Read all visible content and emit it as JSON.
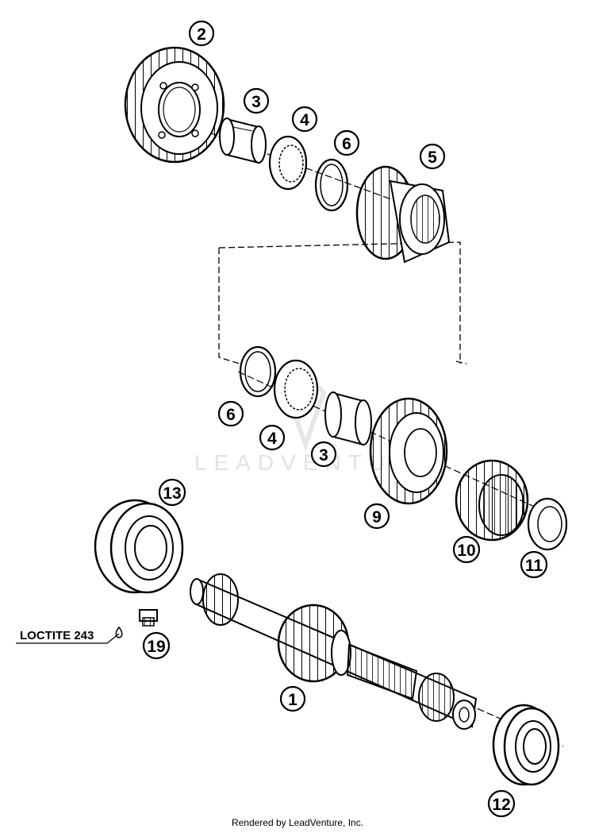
{
  "watermark": "LEADVENTURE",
  "footer": "Rendered by LeadVenture, Inc.",
  "loctite_label": "LOCTITE 243",
  "callouts": {
    "c1": "1",
    "c2": "2",
    "c3a": "3",
    "c3b": "3",
    "c4a": "4",
    "c4b": "4",
    "c5": "5",
    "c6a": "6",
    "c6b": "6",
    "c9": "9",
    "c10": "10",
    "c11": "11",
    "c12": "12",
    "c13": "13",
    "c19": "19"
  }
}
